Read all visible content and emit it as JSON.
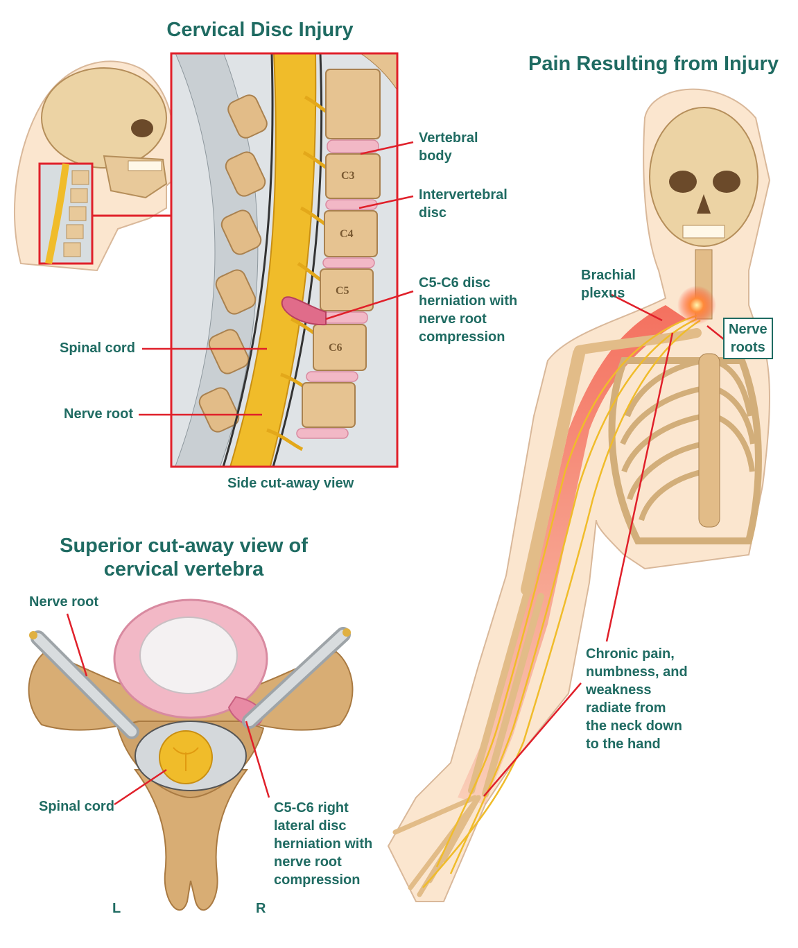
{
  "colors": {
    "label": "#1f6b62",
    "leader": "#e0202a",
    "bone": "#e8c99a",
    "cord": "#f0bc2a",
    "disc": "#f2b8c6",
    "pain": "#f24a3a"
  },
  "titles": {
    "main": "Cervical Disc Injury",
    "pain": "Pain Resulting from Injury",
    "superior": "Superior cut-away view of\ncervical vertebra"
  },
  "side_view": {
    "caption": "Side cut-away view",
    "labels": {
      "vertebral_body": "Vertebral\nbody",
      "intervertebral_disc": "Intervertebral\ndisc",
      "herniation": "C5-C6 disc\nherniation with\nnerve root\ncompression",
      "spinal_cord": "Spinal cord",
      "nerve_root": "Nerve root"
    },
    "vertebra_marks": [
      "C3",
      "C4",
      "C5",
      "C6"
    ]
  },
  "superior_view": {
    "labels": {
      "nerve_root": "Nerve root",
      "spinal_cord": "Spinal cord",
      "herniation": "C5-C6 right\nlateral disc\nherniation with\nnerve root\ncompression",
      "left": "L",
      "right": "R"
    }
  },
  "pain_figure": {
    "labels": {
      "brachial_plexus": "Brachial\nplexus",
      "nerve_roots": "Nerve\nroots",
      "symptoms": "Chronic pain,\nnumbness, and\nweakness\nradiate from\nthe neck down\nto the hand"
    }
  }
}
